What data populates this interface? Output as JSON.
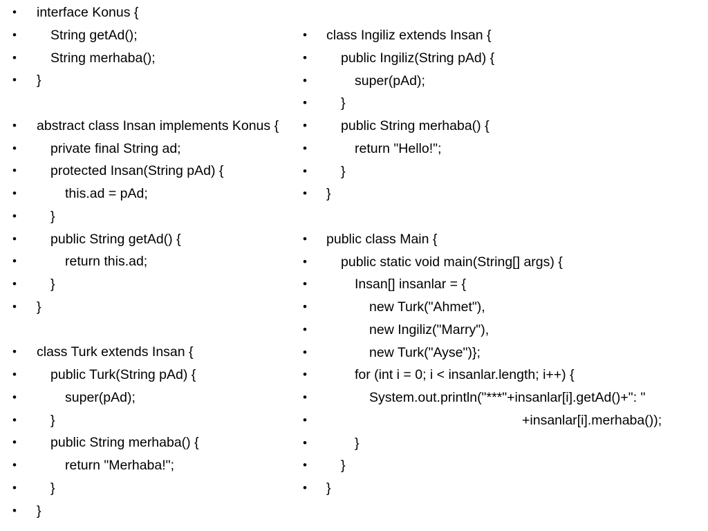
{
  "bullet": "•",
  "left_column": [
    {
      "indent": 0,
      "text": "interface Konus {"
    },
    {
      "indent": 1,
      "text": "String getAd();"
    },
    {
      "indent": 1,
      "text": "String merhaba();"
    },
    {
      "indent": 0,
      "text": "}"
    },
    {
      "blank": true,
      "text": ""
    },
    {
      "indent": 0,
      "text": "abstract class Insan implements Konus {"
    },
    {
      "indent": 1,
      "text": "private final String ad;"
    },
    {
      "indent": 1,
      "text": "protected Insan(String pAd) {"
    },
    {
      "indent": 2,
      "text": "this.ad = pAd;"
    },
    {
      "indent": 1,
      "text": "}"
    },
    {
      "indent": 1,
      "text": "public String getAd() {"
    },
    {
      "indent": 2,
      "text": "return this.ad;"
    },
    {
      "indent": 1,
      "text": "}"
    },
    {
      "indent": 0,
      "text": "}"
    },
    {
      "blank": true,
      "text": ""
    },
    {
      "indent": 0,
      "text": "class Turk extends Insan {"
    },
    {
      "indent": 1,
      "text": "public Turk(String pAd) {"
    },
    {
      "indent": 2,
      "text": "super(pAd);"
    },
    {
      "indent": 1,
      "text": "}"
    },
    {
      "indent": 1,
      "text": "public String merhaba() {"
    },
    {
      "indent": 2,
      "text": "return \"Merhaba!\";"
    },
    {
      "indent": 1,
      "text": "}"
    },
    {
      "indent": 0,
      "text": "}"
    }
  ],
  "right_column": [
    {
      "indent": 0,
      "text": "class Ingiliz extends Insan {"
    },
    {
      "indent": 1,
      "text": "public Ingiliz(String pAd) {"
    },
    {
      "indent": 2,
      "text": "super(pAd);"
    },
    {
      "indent": 1,
      "text": "}"
    },
    {
      "indent": 1,
      "text": "public String merhaba() {"
    },
    {
      "indent": 2,
      "text": "return \"Hello!\";"
    },
    {
      "indent": 1,
      "text": "}"
    },
    {
      "indent": 0,
      "text": "}"
    },
    {
      "blank": true,
      "text": ""
    },
    {
      "indent": 0,
      "text": "public class Main {"
    },
    {
      "indent": 1,
      "text": "public static void main(String[] args) {"
    },
    {
      "indent": 2,
      "text": "Insan[] insanlar = {"
    },
    {
      "indent": 3,
      "text": "new Turk(\"Ahmet\"),"
    },
    {
      "indent": 3,
      "text": "new Ingiliz(\"Marry\"),"
    },
    {
      "indent": 3,
      "text": "new Turk(\"Ayse\")};"
    },
    {
      "indent": 2,
      "text": "for (int i = 0; i < insanlar.length; i++) {"
    },
    {
      "indent": 3,
      "text": "System.out.println(\"***\"+insanlar[i].getAd()+\": \""
    },
    {
      "indent": 4,
      "text": "+insanlar[i].merhaba());"
    },
    {
      "indent": 2,
      "text": "}"
    },
    {
      "indent": 1,
      "text": "}"
    },
    {
      "indent": 0,
      "text": "}"
    }
  ]
}
